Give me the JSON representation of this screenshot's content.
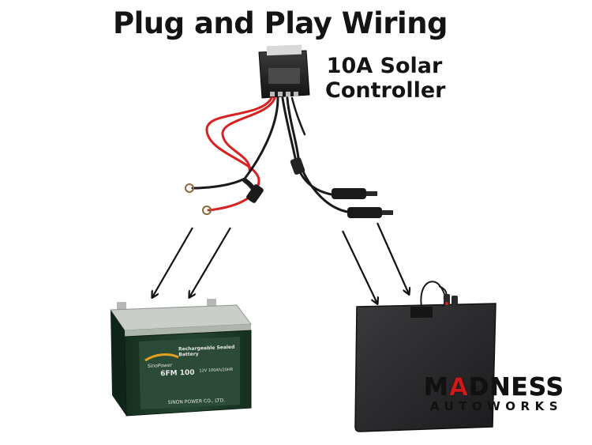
{
  "title": "Plug and Play Wiring",
  "controller": {
    "label_line1": "10A Solar",
    "label_line2": "Controller"
  },
  "battery": {
    "brand": "SinoPower",
    "header": "Rechargeable Sealed Battery",
    "model": "6FM 100",
    "spec": "12V 100Ah/20HR",
    "maker": "SINON POWER CO., LTD."
  },
  "logo": {
    "line1_pre": "M",
    "line1_accent": "A",
    "line1_post": "DNESS",
    "line2": "AUTOWORKS"
  },
  "colors": {
    "title": "#141414",
    "wire_red": "#d82222",
    "wire_black": "#1a1a1a",
    "battery_case": "#1f3a2a",
    "battery_lid": "#c9cec8",
    "panel": "#2a2a2c",
    "logo_accent": "#d01818"
  }
}
